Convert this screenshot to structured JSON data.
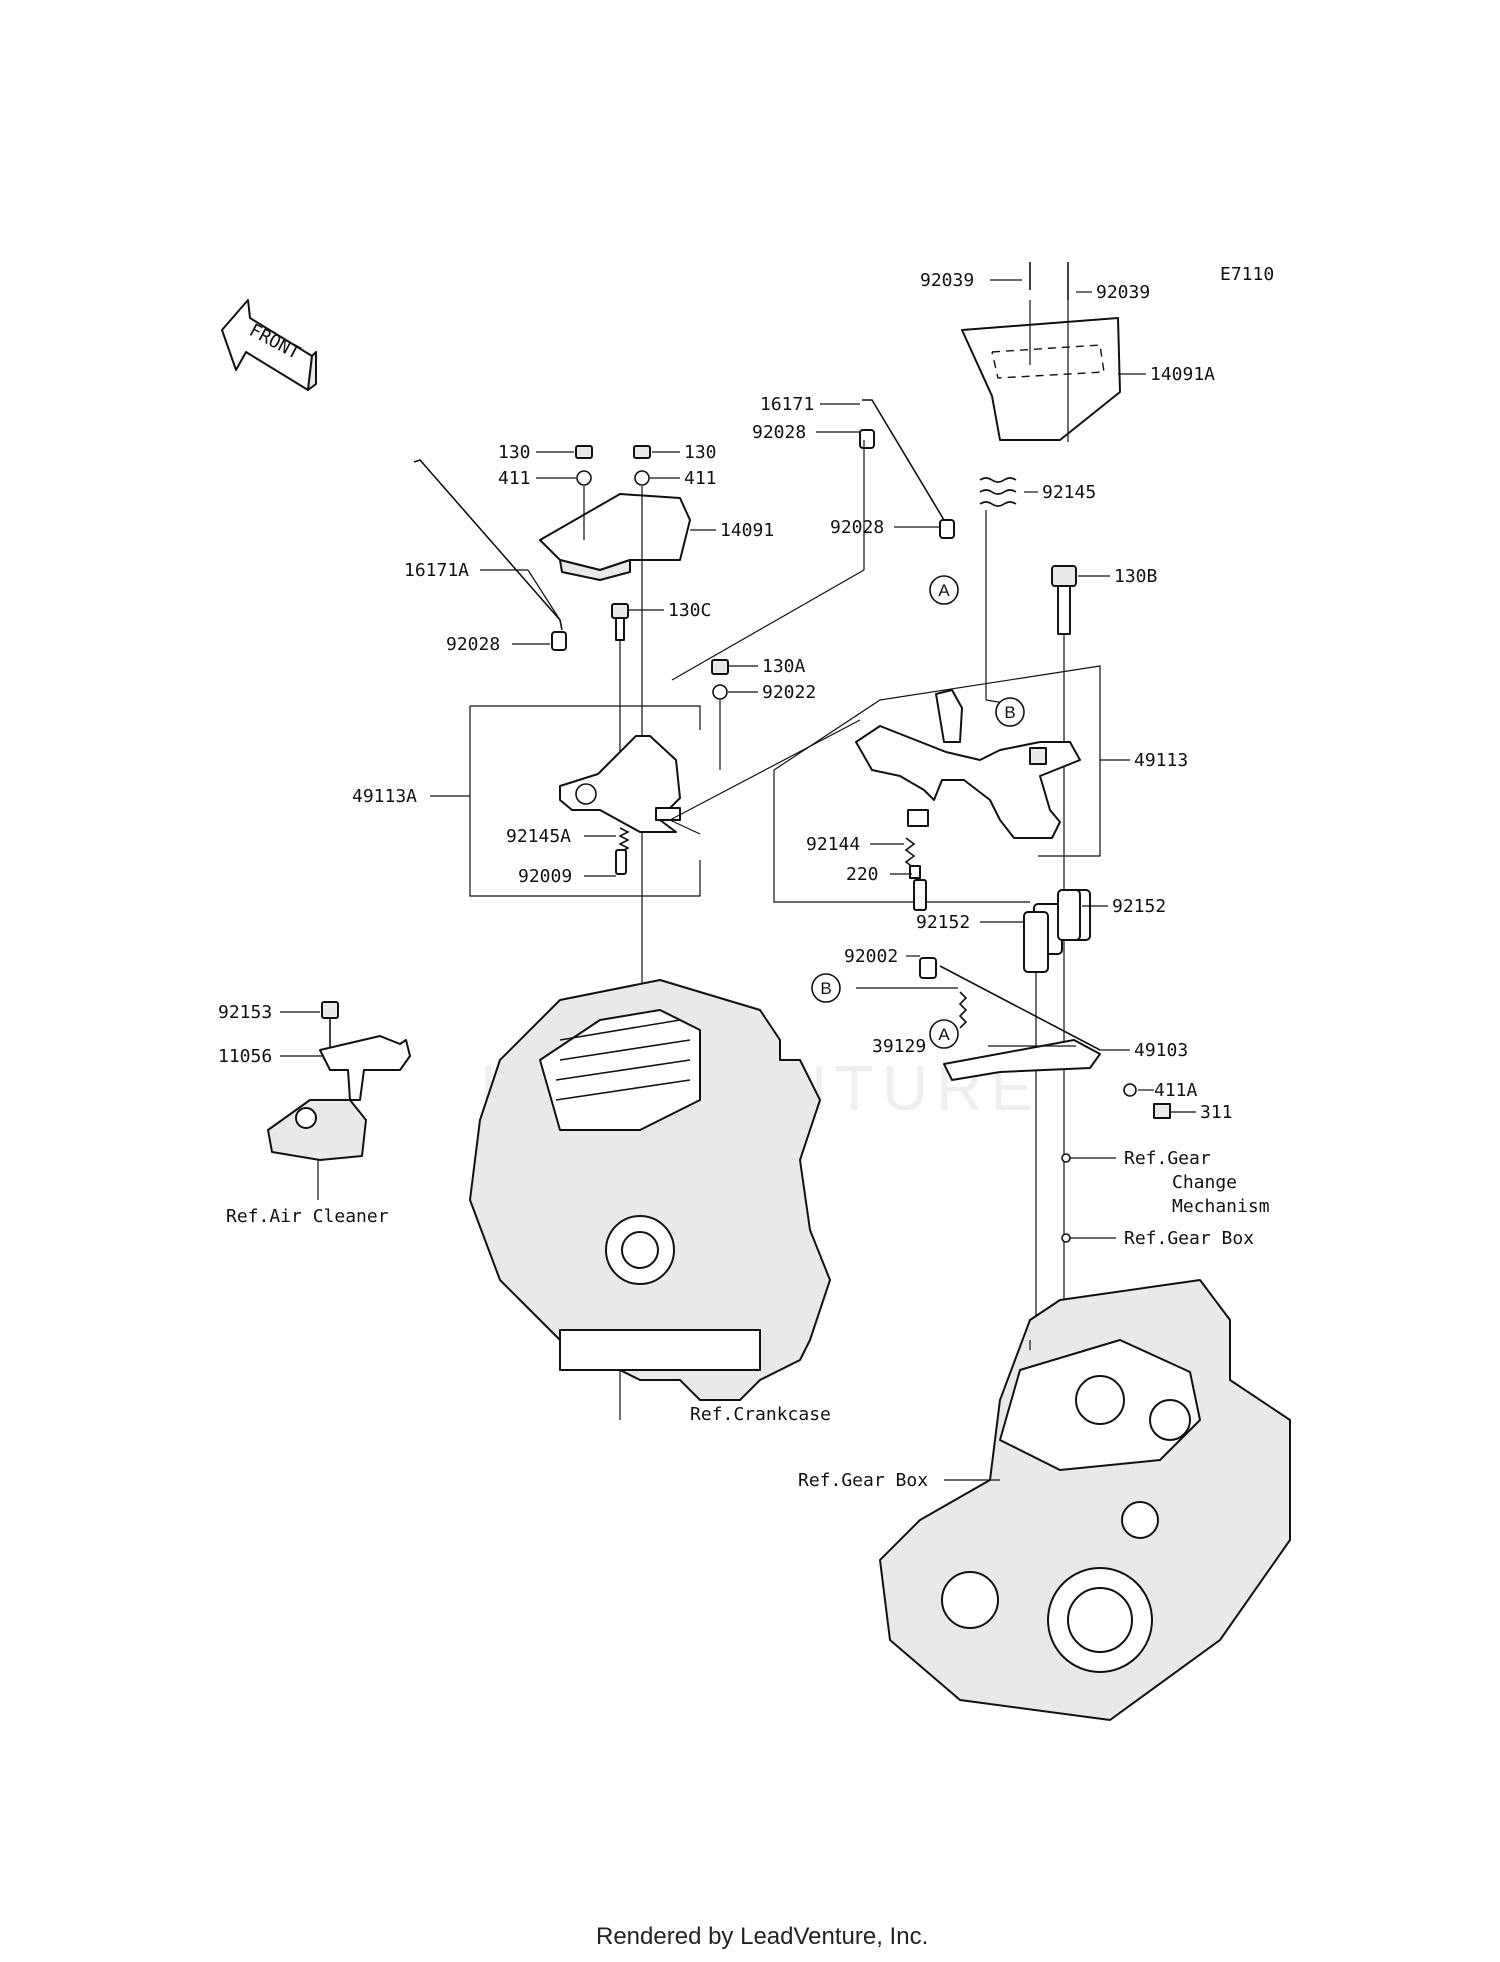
{
  "diagram_id": "E7110",
  "front_label": "FRONT",
  "footer": "Rendered by LeadVenture, Inc.",
  "watermark": "LEADVENTURE",
  "callouts": {
    "a": "A",
    "b": "B"
  },
  "labels": {
    "p92039_left": "92039",
    "p92039_right": "92039",
    "p14091A": "14091A",
    "p16171": "16171",
    "p92028_top": "92028",
    "p92028_mid": "92028",
    "p92145": "92145",
    "p130_left": "130",
    "p130_right": "130",
    "p411_left": "411",
    "p411_right": "411",
    "p14091": "14091",
    "p16171A": "16171A",
    "p130C": "130C",
    "p130B": "130B",
    "p92028_left": "92028",
    "p130A": "130A",
    "p92022": "92022",
    "p49113": "49113",
    "p49113A": "49113A",
    "p92145A": "92145A",
    "p92009": "92009",
    "p92144": "92144",
    "p220": "220",
    "p92152_left": "92152",
    "p92152_right": "92152",
    "p92002": "92002",
    "p39129": "39129",
    "p49103": "49103",
    "p411A": "411A",
    "p311": "311",
    "p92153": "92153",
    "p11056": "11056",
    "ref_air_cleaner": "Ref.Air Cleaner",
    "ref_gear_change_1": "Ref.Gear",
    "ref_gear_change_2": "Change",
    "ref_gear_change_3": "Mechanism",
    "ref_gear_box_small": "Ref.Gear Box",
    "ref_crankcase": "Ref.Crankcase",
    "ref_gear_box": "Ref.Gear Box"
  }
}
